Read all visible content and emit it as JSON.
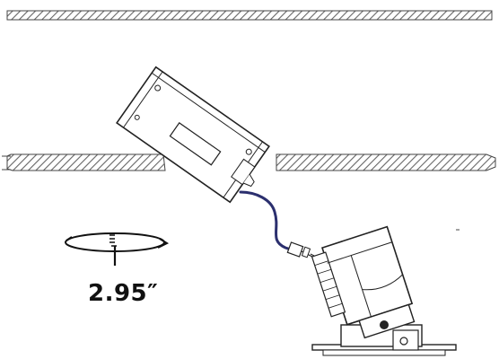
{
  "dimension": {
    "value_label": "2.95″",
    "icon": "rotation-arrow-icon"
  },
  "colors": {
    "line": "#222222",
    "hatch": "#555555",
    "cable": "#2b2f6e",
    "background": "#ffffff"
  },
  "parts": {
    "driver_box": "rectangle-box",
    "fixture_head": "adjustable-lamp-head",
    "ceiling": "hatched-ceiling-board"
  }
}
